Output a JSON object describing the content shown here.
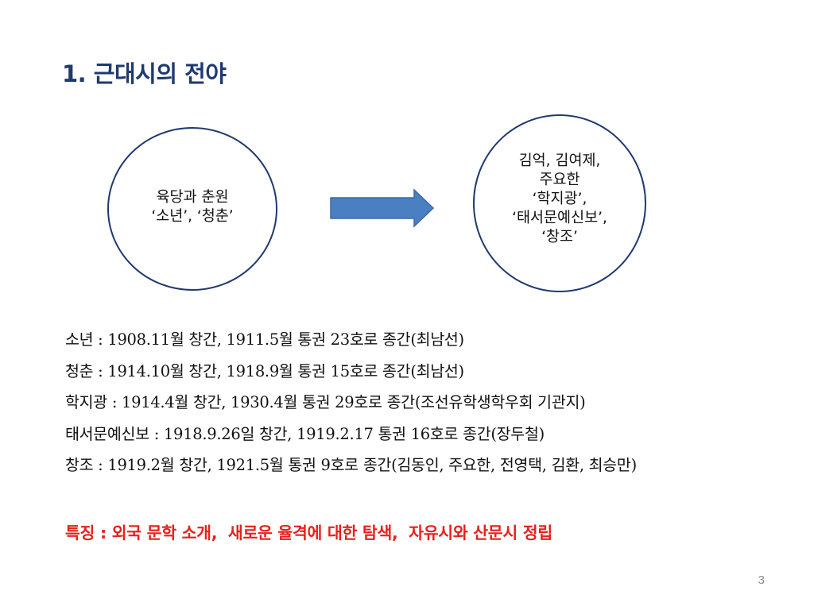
{
  "slide": {
    "title": "1. 근대시의 전야",
    "page_number": "3"
  },
  "diagram": {
    "left_circle": {
      "lines": [
        "육당과 춘원",
        "‘소년’, ‘청춘’"
      ]
    },
    "right_circle": {
      "lines": [
        "김억, 김여제,",
        "주요한",
        "‘학지광’,",
        "‘태서문예신보’,",
        "‘창조’"
      ]
    },
    "arrow_color": "#4a7fc1",
    "circle_border_color": "#1f3a6e"
  },
  "magazines": [
    "소년 : 1908.11월 창간, 1911.5월 통권 23호로 종간(최남선)",
    "청춘 : 1914.10월 창간, 1918.9월 통권 15호로 종간(최남선)",
    "학지광 : 1914.4월 창간, 1930.4월 통권 29호로 종간(조선유학생학우회 기관지)",
    "태서문예신보 : 1918.9.26일 창간, 1919.2.17 통권 16호로 종간(장두철)",
    "창조 : 1919.2월 창간, 1921.5월 통권 9호로 종간(김동인, 주요한, 전영택, 김환, 최승만)"
  ],
  "feature": "특징 : 외국 문학 소개,  새로운 율격에 대한 탐색,  자유시와 산문시 정립",
  "colors": {
    "title": "#1f3a6e",
    "feature": "#e8201b"
  }
}
